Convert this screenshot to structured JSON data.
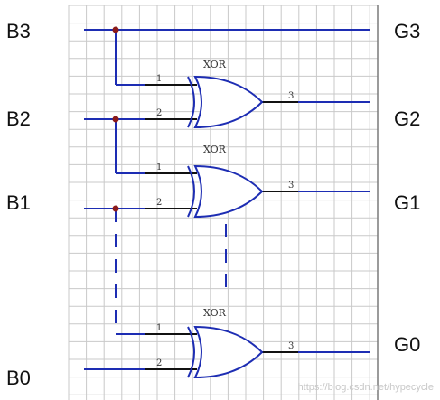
{
  "inputs": [
    {
      "label": "B3"
    },
    {
      "label": "B2"
    },
    {
      "label": "B1"
    },
    {
      "label": "B0"
    }
  ],
  "outputs": [
    {
      "label": "G3"
    },
    {
      "label": "G2"
    },
    {
      "label": "G1"
    },
    {
      "label": "G0"
    }
  ],
  "gates": [
    {
      "title": "XOR",
      "pin_in_1": "1",
      "pin_in_2": "2",
      "pin_out": "3"
    },
    {
      "title": "XOR",
      "pin_in_1": "1",
      "pin_in_2": "2",
      "pin_out": "3"
    },
    {
      "title": "XOR",
      "pin_in_1": "1",
      "pin_in_2": "2",
      "pin_out": "3"
    }
  ],
  "watermark": "https://blog.csdn.net/hypecycle",
  "colors": {
    "wire": "#1d2db3",
    "gate_wire": "#111111",
    "gate_stroke": "#1d2db3",
    "junction": "#8b1a1a",
    "grid": "#c9c9c9",
    "grid_border": "#7a7a7a",
    "label_text": "#111111",
    "gate_text": "#333333",
    "watermark_text": "#c8c8c8"
  }
}
